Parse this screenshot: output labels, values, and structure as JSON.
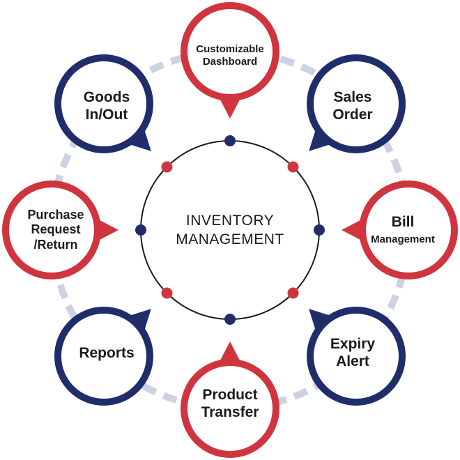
{
  "center": {
    "line1": "INVENTORY",
    "line2": "MANAGEMENT"
  },
  "colors": {
    "red": "#d0343f",
    "navy": "#1f2d6b",
    "dash": "#ccd2e2",
    "ring": "#1b1b1b"
  },
  "nodes": [
    {
      "id": "customizable-dashboard",
      "line1": "Customizable",
      "line2": "Dashboard",
      "line3": "",
      "color": "red"
    },
    {
      "id": "sales-order",
      "line1": "Sales",
      "line2": "Order",
      "line3": "",
      "color": "navy"
    },
    {
      "id": "bill-management",
      "line1": "Bill",
      "line2": "Management",
      "line3": "",
      "color": "red"
    },
    {
      "id": "expiry-alert",
      "line1": "Expiry",
      "line2": "Alert",
      "line3": "",
      "color": "navy"
    },
    {
      "id": "product-transfer",
      "line1": "Product",
      "line2": "Transfer",
      "line3": "",
      "color": "red"
    },
    {
      "id": "reports",
      "line1": "Reports",
      "line2": "",
      "line3": "",
      "color": "navy"
    },
    {
      "id": "purchase-request-return",
      "line1": "Purchase",
      "line2": "Request",
      "line3": "/Return",
      "color": "red"
    },
    {
      "id": "goods-in-out",
      "line1": "Goods",
      "line2": "In/Out",
      "line3": "",
      "color": "navy"
    }
  ]
}
